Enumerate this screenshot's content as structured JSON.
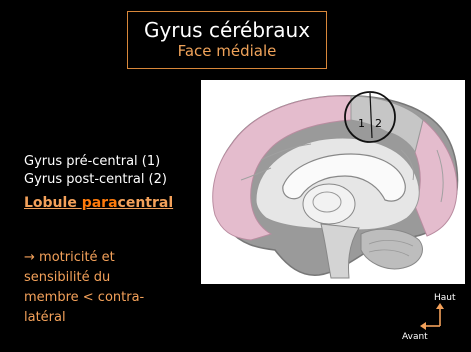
{
  "title": {
    "main": "Gyrus cérébraux",
    "subtitle": "Face médiale"
  },
  "lines": [
    "Gyrus pré-central (1)",
    "Gyrus post-central (2)"
  ],
  "lobule": {
    "prefix": "Lobule ",
    "highlight": "para",
    "suffix": "central"
  },
  "motor_text": [
    "→ motricité et",
    "sensibilité du",
    "membre < contra-",
    "latéral"
  ],
  "diagram": {
    "label_1": "1",
    "label_2": "2"
  },
  "orientation": {
    "up": "Haut",
    "front": "Avant"
  },
  "colors": {
    "accent": "#f3a15a",
    "highlight": "#ff7a0a",
    "pink_region": "#e3bccb",
    "gray_region": "#9b9b9b"
  }
}
